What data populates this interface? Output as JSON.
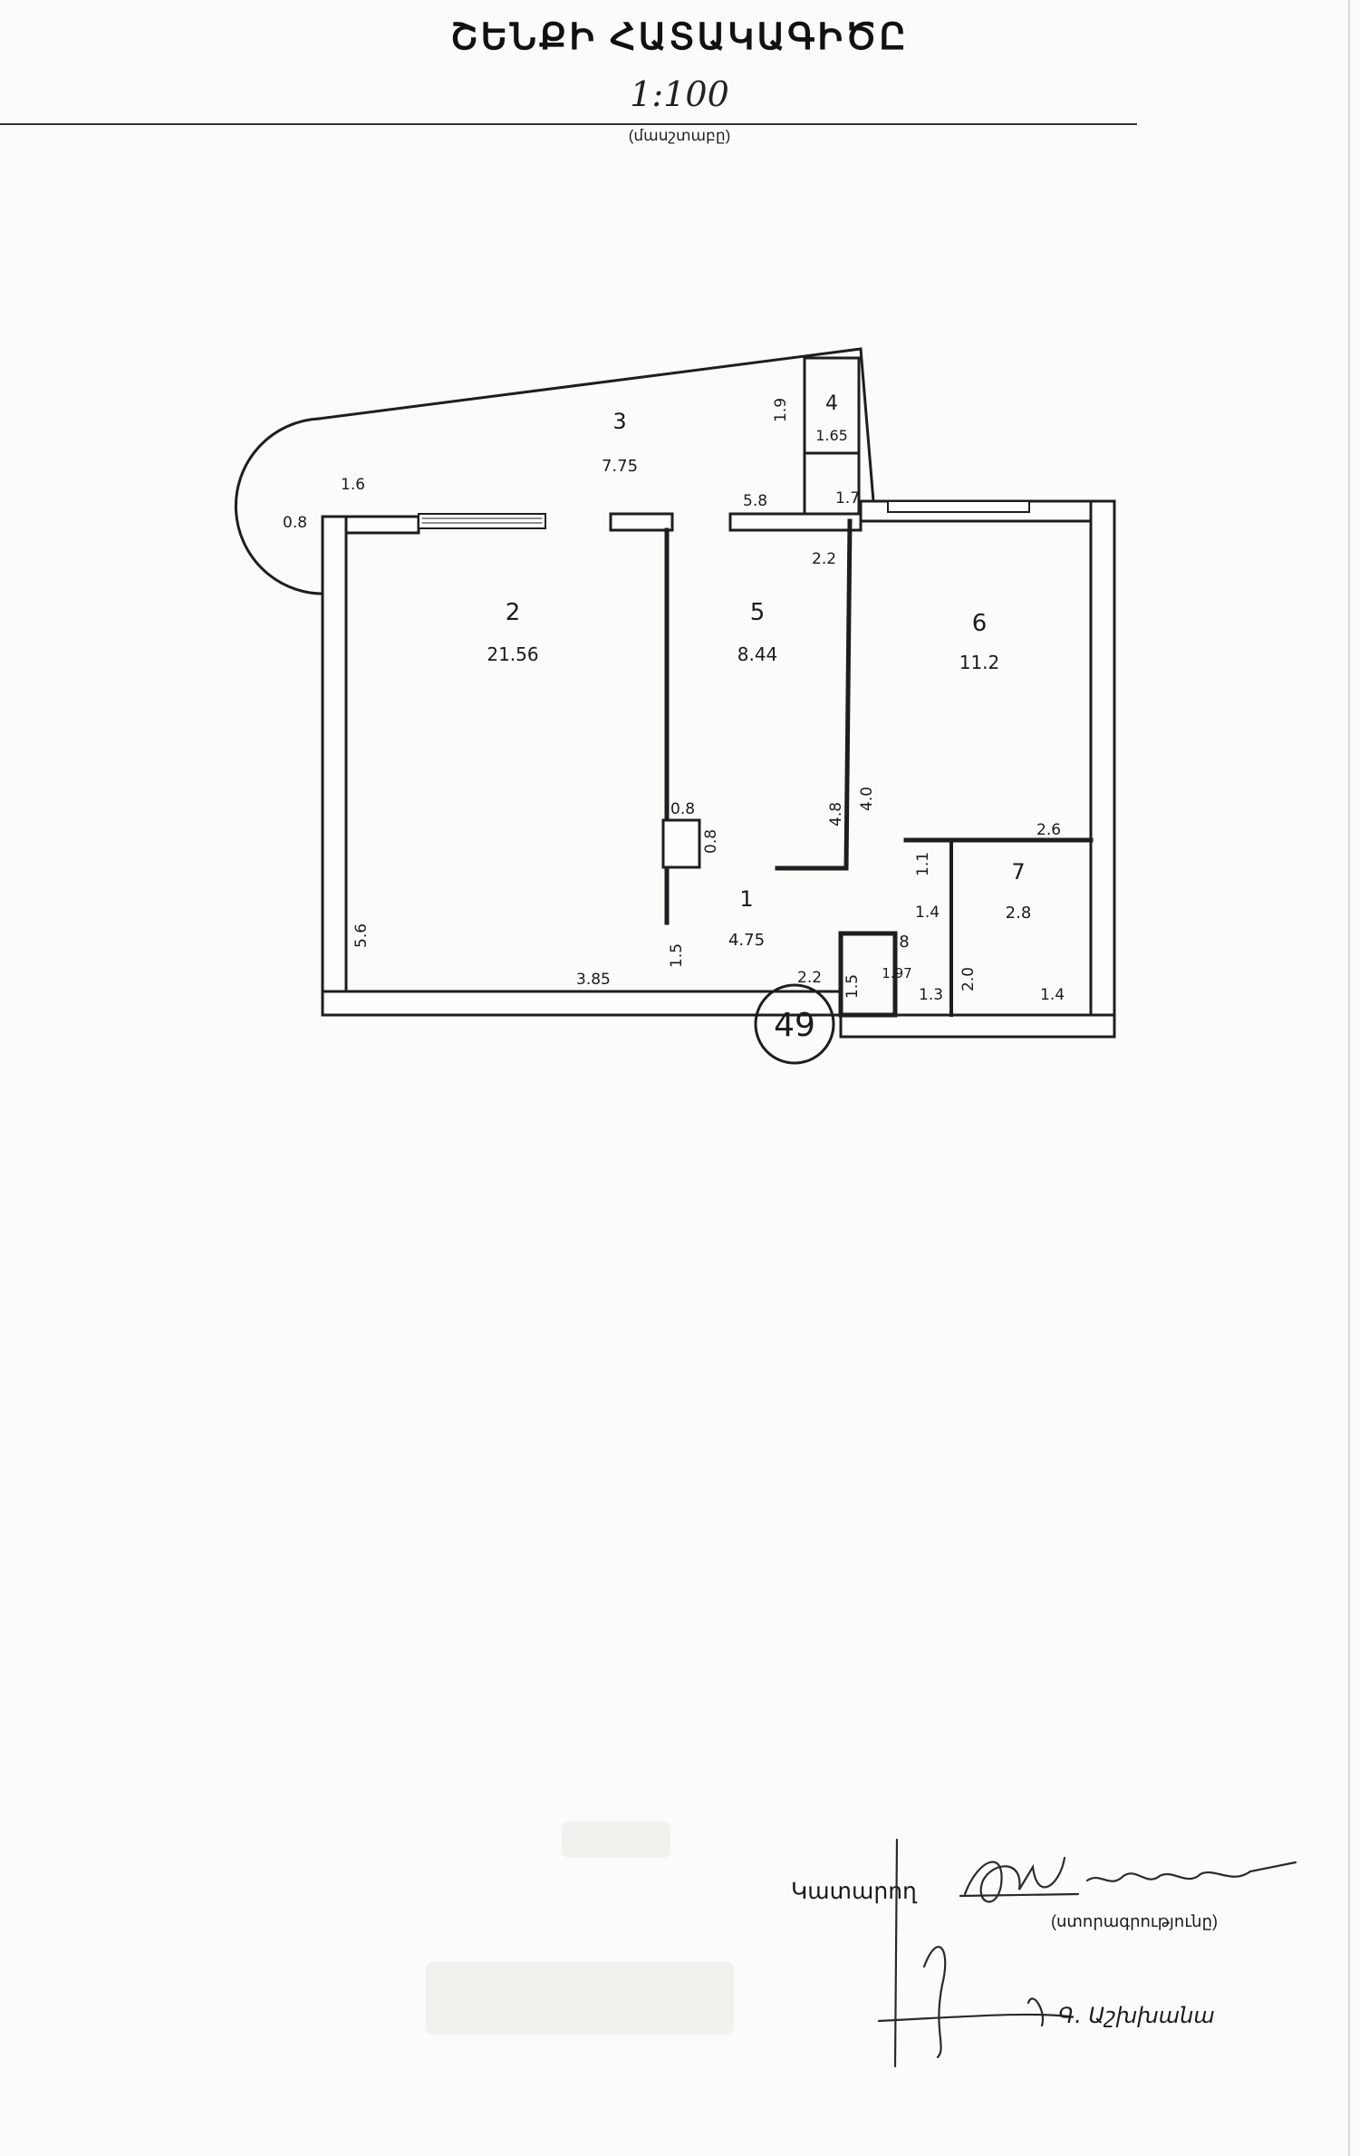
{
  "header": {
    "title": "ՇԵՆՔԻ ՀԱՏԱԿԱԳԻԾԸ",
    "scale": "1:100",
    "scale_caption": "(մասշտաբը)"
  },
  "floor_plan": {
    "badge": "49",
    "rooms": [
      {
        "number": "1",
        "area": "4.75"
      },
      {
        "number": "2",
        "area": "21.56"
      },
      {
        "number": "3",
        "area": "7.75"
      },
      {
        "number": "4",
        "area": "1.65"
      },
      {
        "number": "5",
        "area": "8.44"
      },
      {
        "number": "6",
        "area": "11.2"
      },
      {
        "number": "7",
        "area": "2.8"
      },
      {
        "number": "8",
        "area": "1.97"
      }
    ],
    "dimensions": [
      "0.8",
      "5.8",
      "1.9",
      "1.7",
      "1.6",
      "2.2",
      "2.6",
      "4.8",
      "4.0",
      "0.8",
      "5.6",
      "3.85",
      "1.5",
      "2.2",
      "1.1",
      "1.4",
      "1.3",
      "2.0",
      "1.4",
      "1.5",
      "0.8"
    ]
  },
  "signature_block": {
    "performer_label": "Կատարող",
    "signature_caption": "(ստորագրությունը)",
    "signer_name": "Գ. Աշխխանա"
  }
}
